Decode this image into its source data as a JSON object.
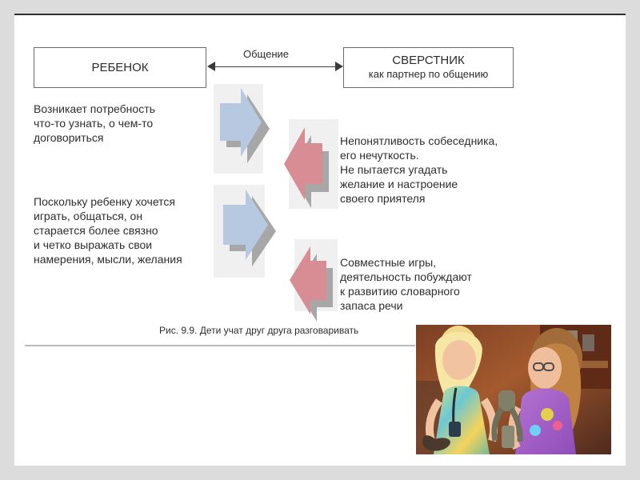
{
  "diagram": {
    "child_box": "РЕБЕНОК",
    "peer_box": {
      "title": "СВЕРСТНИК",
      "subtitle": "как партнер по общению"
    },
    "communication_label": "Общение",
    "left_statements": [
      "Возникает потребность\nчто-то узнать, о чем-то\nдоговориться",
      "Поскольку ребенку хочется\nиграть, общаться, он\nстарается более связно\nи четко выражать свои\nнамерения, мысли, желания"
    ],
    "right_statements": [
      "Непонятливость собеседника,\nего нечуткость.\nНе пытается угадать\nжелание и настроение\nсвоего приятеля",
      "Совместные игры,\nдеятельность побуждают\nк развитию словарного\nзапаса речи"
    ],
    "caption": "Рис. 9.9. Дети учат друг друга разговаривать"
  },
  "colors": {
    "arrow_blue": "#b6c9e1",
    "arrow_red": "#d88d94",
    "arrow_shadow": "#a7a7a7",
    "arrow_panel": "#f0f0f0",
    "text": "#2e2e2e"
  }
}
